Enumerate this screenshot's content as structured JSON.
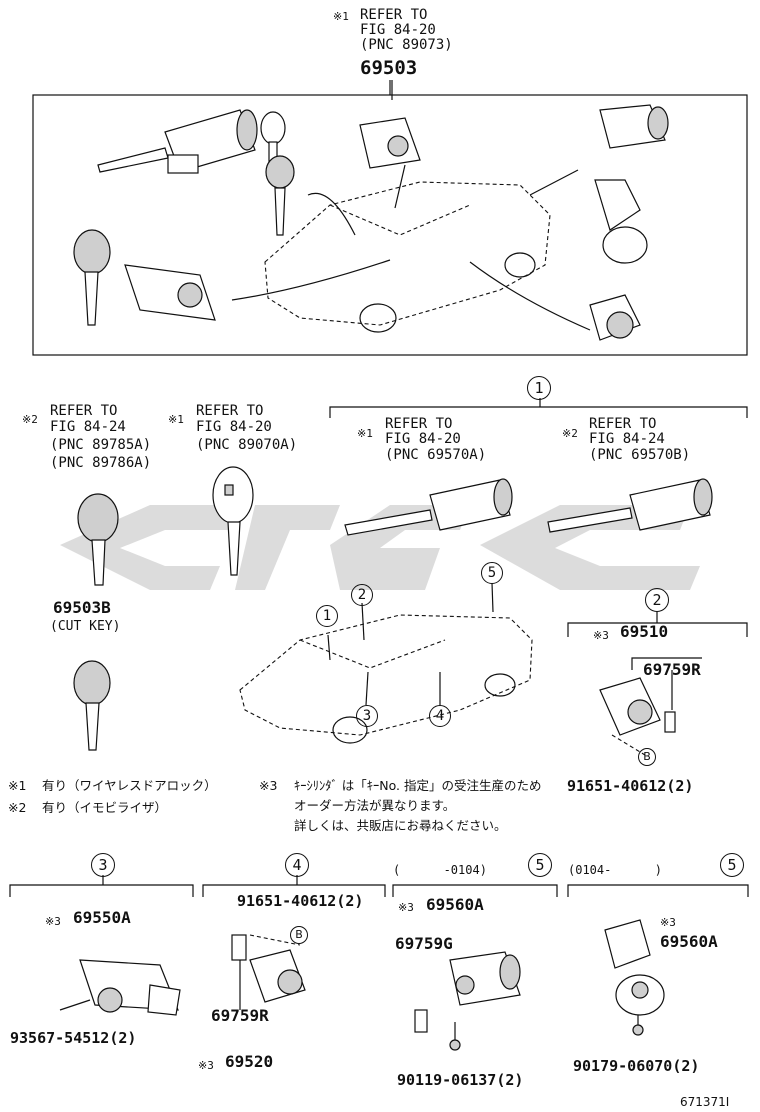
{
  "watermark": "cjsc",
  "figure_id": "671371I",
  "top_section": {
    "mark": "※1",
    "refer_lines": [
      "REFER TO",
      "FIG 84-20",
      "(PNC 89073)"
    ],
    "part_number": "69503"
  },
  "key_wireless_immobilizer": {
    "mark": "※2",
    "refer_lines": [
      "REFER TO",
      "FIG 84-24",
      "(PNC 89785A)",
      "(PNC 89786A)"
    ]
  },
  "key_wireless": {
    "mark": "※1",
    "refer_lines": [
      "REFER TO",
      "FIG 84-20",
      "(PNC 89070A)"
    ]
  },
  "cut_key": {
    "part_number": "69503B",
    "label": "(CUT KEY)"
  },
  "group1": {
    "callout": "1",
    "left": {
      "mark": "※1",
      "refer_lines": [
        "REFER TO",
        "FIG 84-20",
        "(PNC 69570A)"
      ]
    },
    "right": {
      "mark": "※2",
      "refer_lines": [
        "REFER TO",
        "FIG 84-24",
        "(PNC 69570B)"
      ]
    }
  },
  "group2": {
    "callout": "2",
    "mark": "※3",
    "part_number": "69510",
    "sub_part": "69759R",
    "circle_b": "B",
    "bolt": "91651-40612(2)"
  },
  "car_callouts": [
    "1",
    "2",
    "3",
    "4",
    "5"
  ],
  "notes": {
    "note1_mark": "※1",
    "note1_text": "有り（ワイヤレスドアロック）",
    "note2_mark": "※2",
    "note2_text": "有り（イモビライザ）",
    "note3_mark": "※3",
    "note3_lines": [
      "ｷｰｼﾘﾝﾀﾞ は「ｷｰNo. 指定」の受注生産のため",
      "オーダー方法が異なります。",
      "詳しくは、共販店にお尋ねください。"
    ]
  },
  "group3": {
    "callout": "3",
    "mark": "※3",
    "part_number": "69550A",
    "screw": "93567-54512(2)"
  },
  "group4": {
    "callout": "4",
    "bolt": "91651-40612(2)",
    "circle_b": "B",
    "sub_part": "69759R",
    "mark": "※3",
    "part_number": "69520"
  },
  "group5a": {
    "callout": "5",
    "date_range": "(      -0104)",
    "mark": "※3",
    "part_number": "69560A",
    "sub_part": "69759G",
    "screw": "90119-06137(2)"
  },
  "group5b": {
    "callout": "5",
    "date_range": "(0104-      )",
    "mark": "※3",
    "part_number": "69560A",
    "screw": "90179-06070(2)"
  }
}
